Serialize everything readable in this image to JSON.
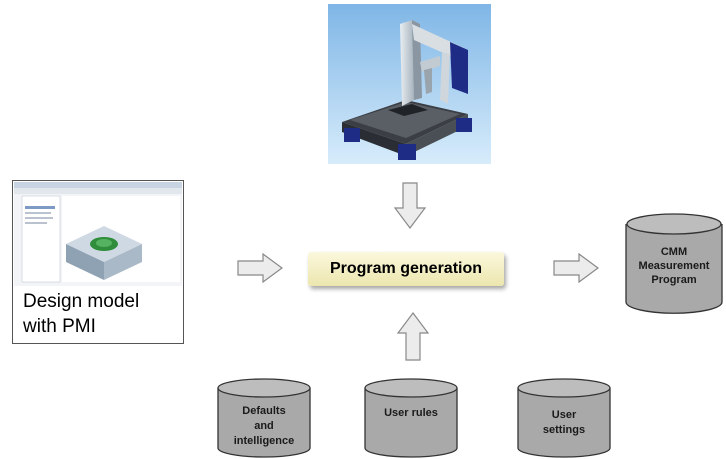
{
  "design_model": {
    "label_line1": "Design model",
    "label_line2": "with PMI"
  },
  "program_generation": {
    "label": "Program generation"
  },
  "output": {
    "line1": "CMM",
    "line2": "Measurement",
    "line3": "Program"
  },
  "inputs": [
    {
      "line1": "Defaults",
      "line2": "and",
      "line3": "intelligence"
    },
    {
      "line1": "User rules"
    },
    {
      "line1": "User",
      "line2": "settings"
    }
  ],
  "colors": {
    "cylinder_fill": "#a9a9a9",
    "cylinder_stroke": "#333333",
    "program_box_fill": "#f4efc4",
    "arrow_fill": "#ececec",
    "arrow_stroke": "#888888"
  }
}
